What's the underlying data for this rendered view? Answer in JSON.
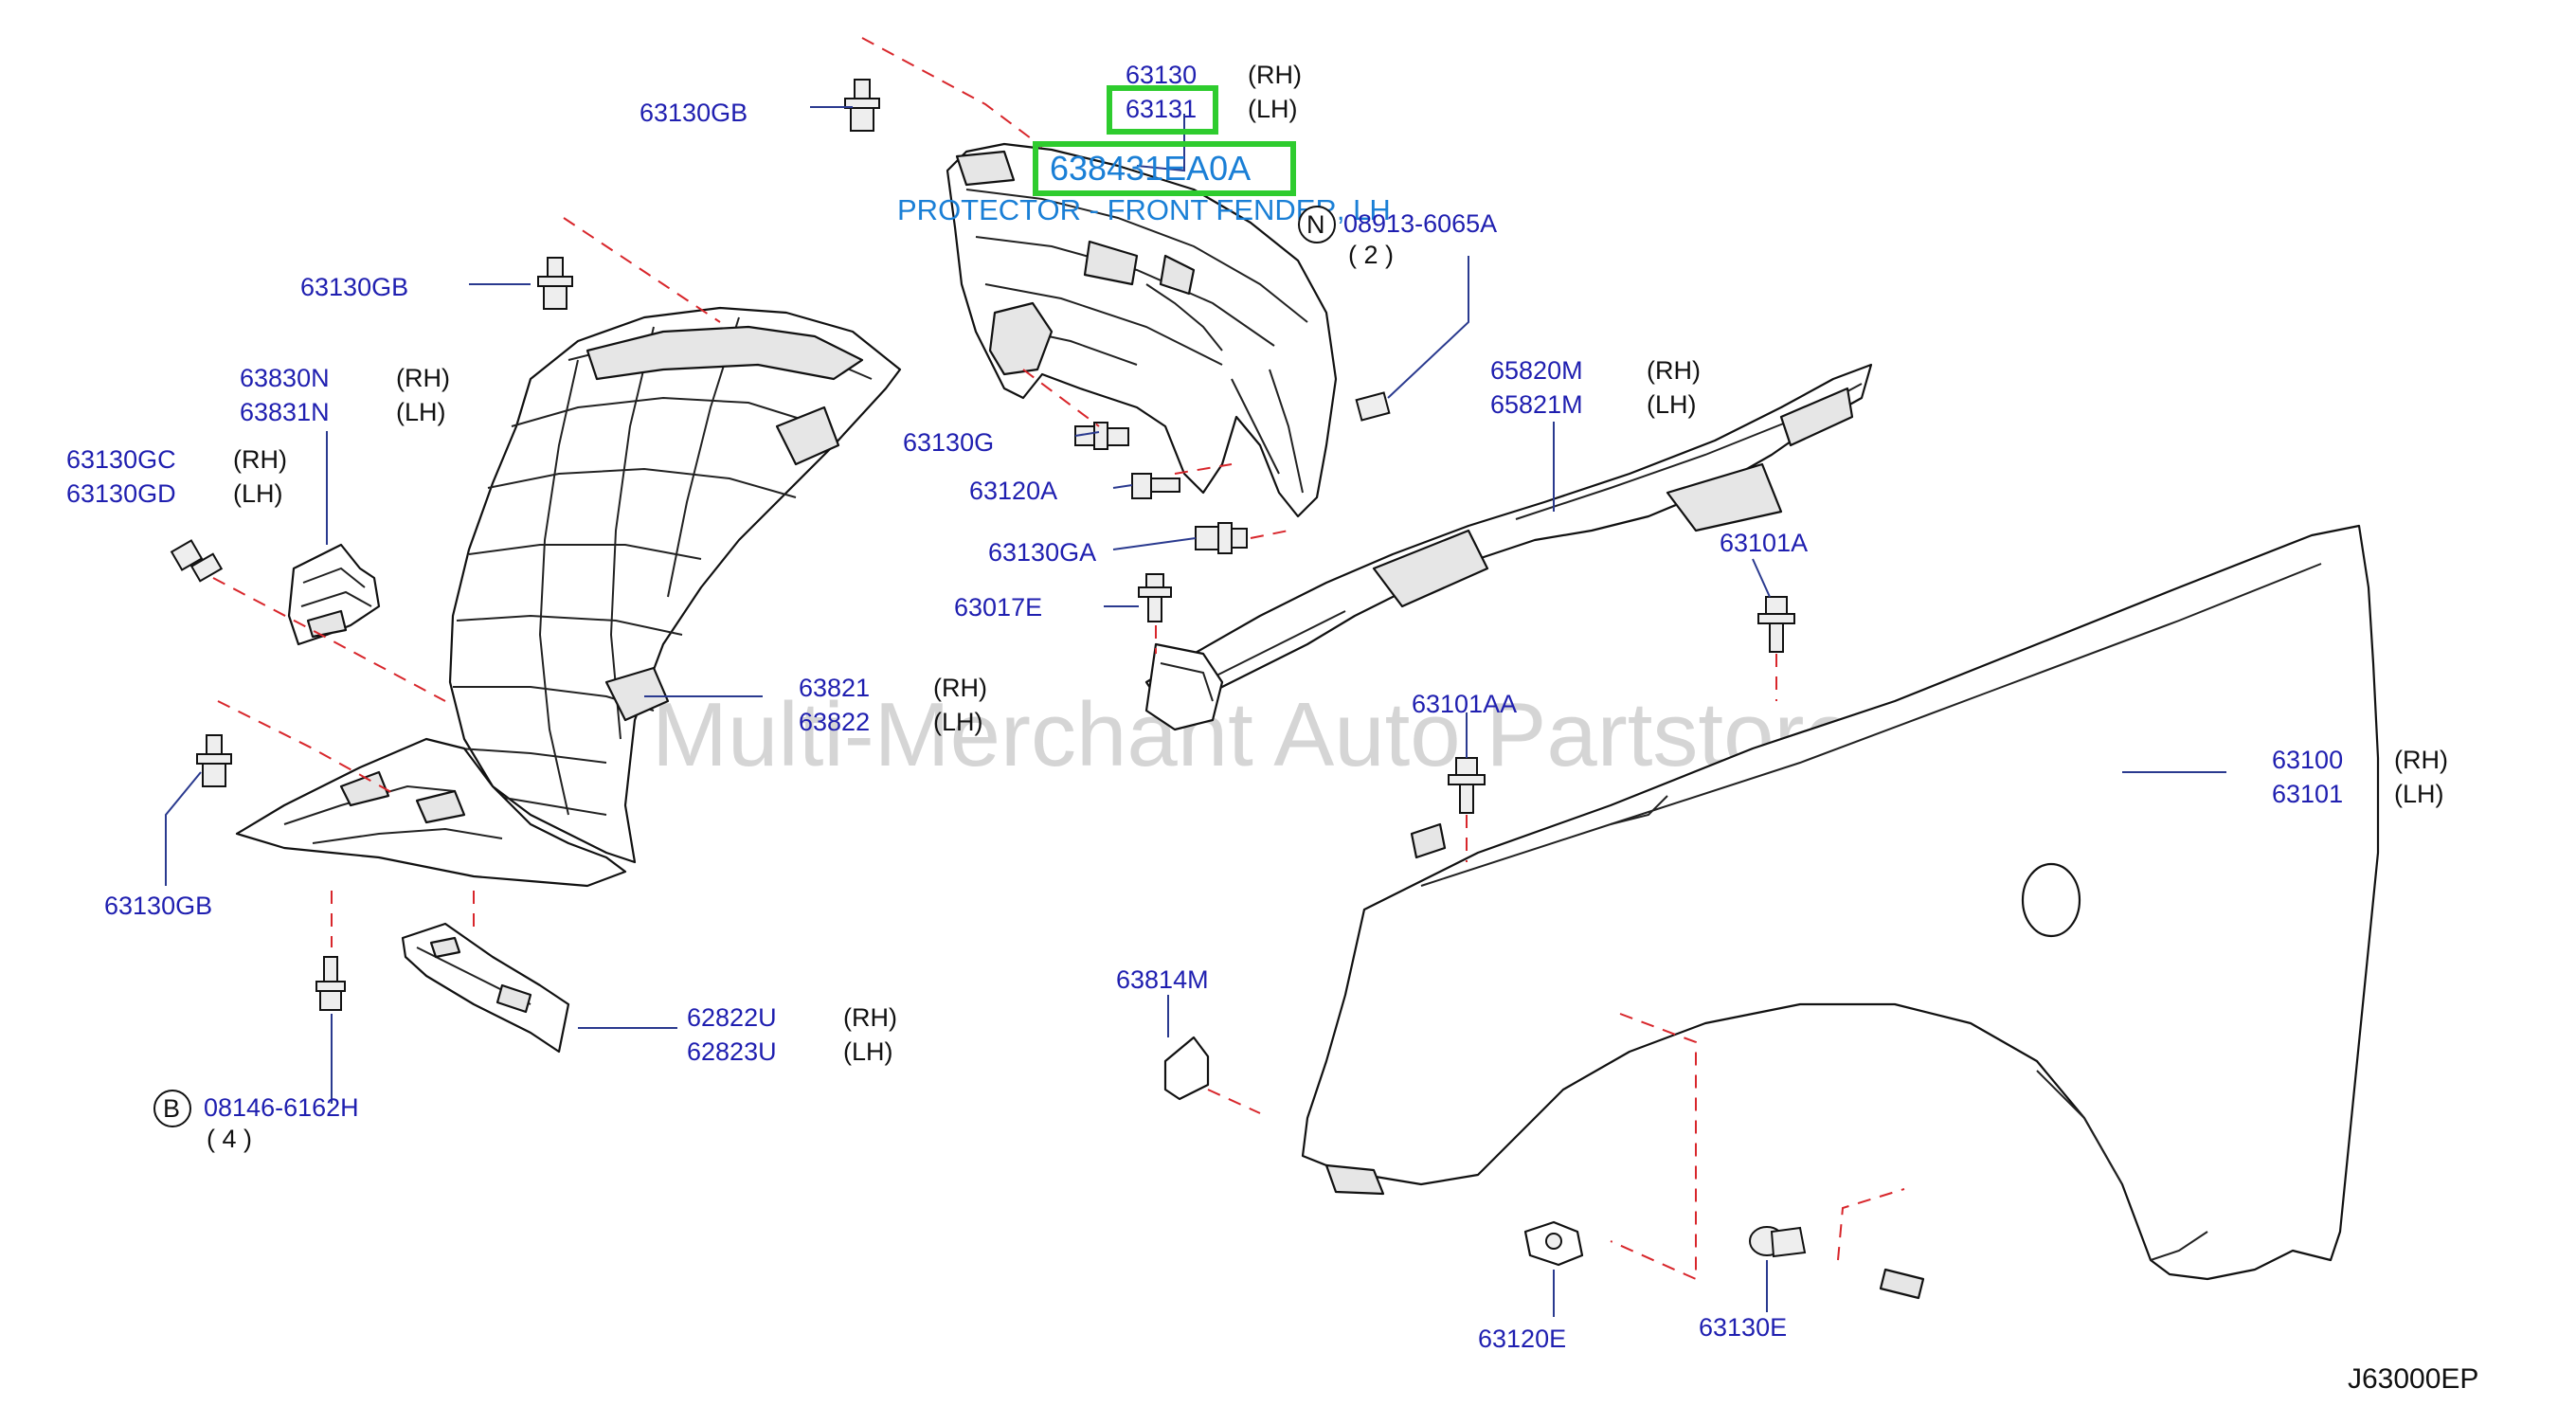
{
  "watermark": "Multi-Merchant Auto Partstore",
  "diagram_code": "J63000EP",
  "highlight": {
    "part_number": "638431EA0A",
    "description": "PROTECTOR - FRONT FENDER, LH"
  },
  "callouts": {
    "c63130": {
      "pn": "63130",
      "side": "(RH)"
    },
    "c63131": {
      "pn": "63131",
      "side": "(LH)"
    },
    "gb_top": {
      "pn": "63130GB"
    },
    "gb_mid": {
      "pn": "63130GB"
    },
    "gb_low": {
      "pn": "63130GB"
    },
    "n08913": {
      "symbol": "N",
      "pn": "08913-6065A",
      "qty": "( 2 )"
    },
    "c63830n": {
      "pn": "63830N",
      "side": "(RH)"
    },
    "c63831n": {
      "pn": "63831N",
      "side": "(LH)"
    },
    "c63130gc": {
      "pn": "63130GC",
      "side": "(RH)"
    },
    "c63130gd": {
      "pn": "63130GD",
      "side": "(LH)"
    },
    "c63130g": {
      "pn": "63130G"
    },
    "c63120a": {
      "pn": "63120A"
    },
    "c63130ga": {
      "pn": "63130GA"
    },
    "c63017e": {
      "pn": "63017E"
    },
    "c65820m": {
      "pn": "65820M",
      "side": "(RH)"
    },
    "c65821m": {
      "pn": "65821M",
      "side": "(LH)"
    },
    "c63101a": {
      "pn": "63101A"
    },
    "c63101aa": {
      "pn": "63101AA"
    },
    "c63821": {
      "pn": "63821",
      "side": "(RH)"
    },
    "c63822": {
      "pn": "63822",
      "side": "(LH)"
    },
    "c63100": {
      "pn": "63100",
      "side": "(RH)"
    },
    "c63101": {
      "pn": "63101",
      "side": "(LH)"
    },
    "c62822u": {
      "pn": "62822U",
      "side": "(RH)"
    },
    "c62823u": {
      "pn": "62823U",
      "side": "(LH)"
    },
    "c63814m": {
      "pn": "63814M"
    },
    "b08146": {
      "symbol": "B",
      "pn": "08146-6162H",
      "qty": "( 4 )"
    },
    "c63120e": {
      "pn": "63120E"
    },
    "c63130e": {
      "pn": "63130E"
    }
  }
}
